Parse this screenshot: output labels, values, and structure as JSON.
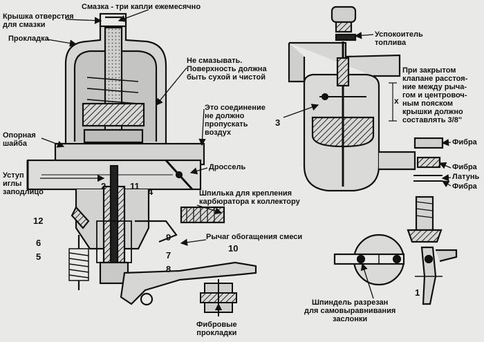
{
  "labels": {
    "lubrication": "Смазка - три капли ежемесячно",
    "cap_hole": "Крышка отверстия\nдля смазки",
    "gasket_top": "Прокладка",
    "no_lube": "Не смазывать.\nПоверхность должна\nбыть сухой и чистой",
    "no_air": "Это соединение\nне должно\nпропускать\nвоздух",
    "support_washer": "Опорная\nшайба",
    "throttle": "Дроссель",
    "needle_shoulder": "Уступ\nиглы\nзаподлицо",
    "stud": "Шпилька для крепления\nкарбюратора к коллектору",
    "enrich_lever": "Рычаг обогащения смеси",
    "fiber_gaskets": "Фибровые\nпрокладки",
    "fuel_damper": "Успокоитель\nтоплива",
    "float_note": "При закрытом\nклапане расстоя-\nние между рыча-\nгом и центровоч-\nным пояском\nкрышки должно\nсоставлять 3/8\"",
    "fiber_1": "Фибра",
    "fiber_2": "Фибра",
    "brass": "Латунь",
    "fiber_3": "Фибра",
    "spindle": "Шпиндель разрезан\nдля самовыравнивания\nзаслонки"
  },
  "numbers": {
    "n1": "1",
    "n2": "2",
    "n3": "3",
    "n4": "4",
    "n5": "5",
    "n6": "6",
    "n7": "7",
    "n8": "8",
    "n9": "9",
    "n10": "10",
    "n11": "11",
    "n12": "12"
  },
  "dimension_mark": "x"
}
